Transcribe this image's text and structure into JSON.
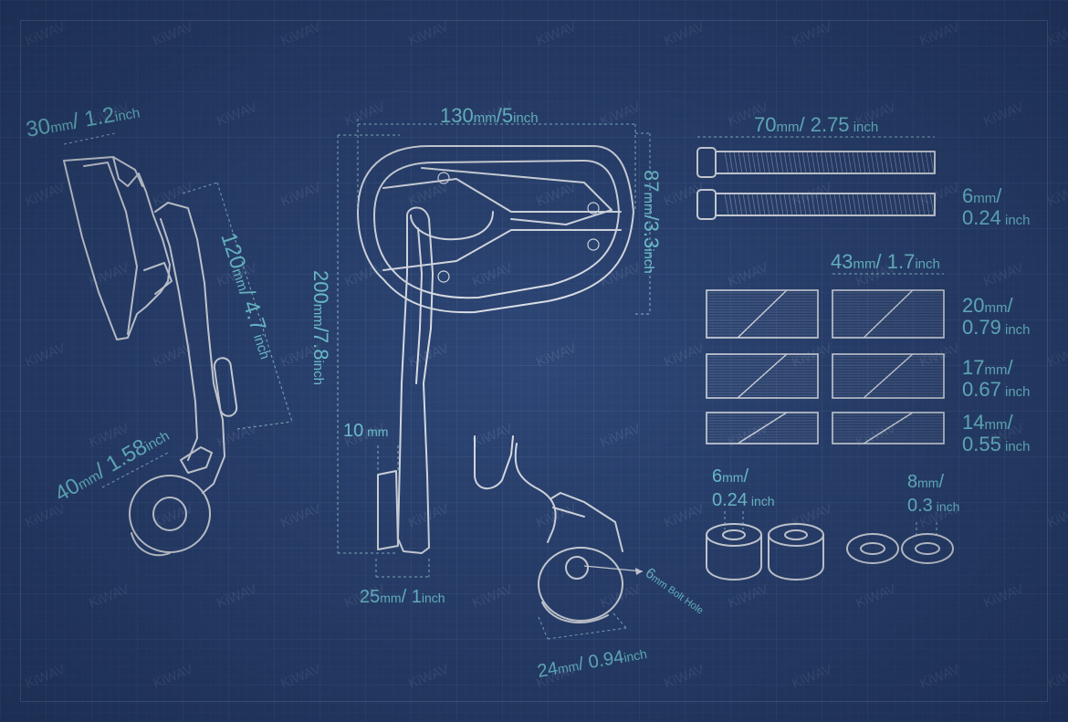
{
  "watermark": "KiWAV",
  "labels": {
    "d30": {
      "num": "30",
      "unit": "mm",
      "sep": "/ ",
      "num2": "1.2",
      "unit2": "inch"
    },
    "d120": {
      "num": "120",
      "unit": "mm",
      "sep": "/ ",
      "num2": "4.7",
      "unit2": " inch"
    },
    "d40": {
      "num": "40",
      "unit": "mm",
      "sep": "/ ",
      "num2": "1.58",
      "unit2": "inch"
    },
    "d130": {
      "num": "130",
      "unit": "mm",
      "sep": "/",
      "num2": "5",
      "unit2": "inch"
    },
    "d87": {
      "num": "87",
      "unit": "mm",
      "sep": "/",
      "num2": "3.3",
      "unit2": "inch"
    },
    "d200": {
      "num": "200",
      "unit": "mm",
      "sep": "/",
      "num2": "7.8",
      "unit2": "inch"
    },
    "d10": {
      "num": "10",
      "unit": " mm"
    },
    "d25": {
      "num": "25",
      "unit": "mm",
      "sep": "/ ",
      "num2": "1",
      "unit2": "inch"
    },
    "d24": {
      "num": "24",
      "unit": "mm",
      "sep": "/ ",
      "num2": "0.94",
      "unit2": "inch"
    },
    "bolt": {
      "num": "6",
      "unit": "mm",
      "text": " Bolt Hole"
    },
    "d70": {
      "num": "70",
      "unit": "mm",
      "sep": "/ ",
      "num2": "2.75",
      "unit2": " inch"
    },
    "d6bolt": {
      "num": "6",
      "unit": "mm",
      "sep": "/",
      "num2": "0.24",
      "unit2": " inch"
    },
    "d43": {
      "num": "43",
      "unit": "mm",
      "sep": "/ ",
      "num2": "1.7",
      "unit2": "inch"
    },
    "d20": {
      "num": "20",
      "unit": "mm",
      "sep": "/",
      "num2": "0.79",
      "unit2": " inch"
    },
    "d17": {
      "num": "17",
      "unit": "mm",
      "sep": "/",
      "num2": "0.67",
      "unit2": " inch"
    },
    "d14": {
      "num": "14",
      "unit": "mm",
      "sep": "/",
      "num2": "0.55",
      "unit2": " inch"
    },
    "d6spacer": {
      "num": "6",
      "unit": "mm",
      "sep": "/",
      "num2": "0.24",
      "unit2": " inch"
    },
    "d8washer": {
      "num": "8",
      "unit": "mm",
      "sep": "/",
      "num2": "0.3",
      "unit2": " inch"
    }
  }
}
